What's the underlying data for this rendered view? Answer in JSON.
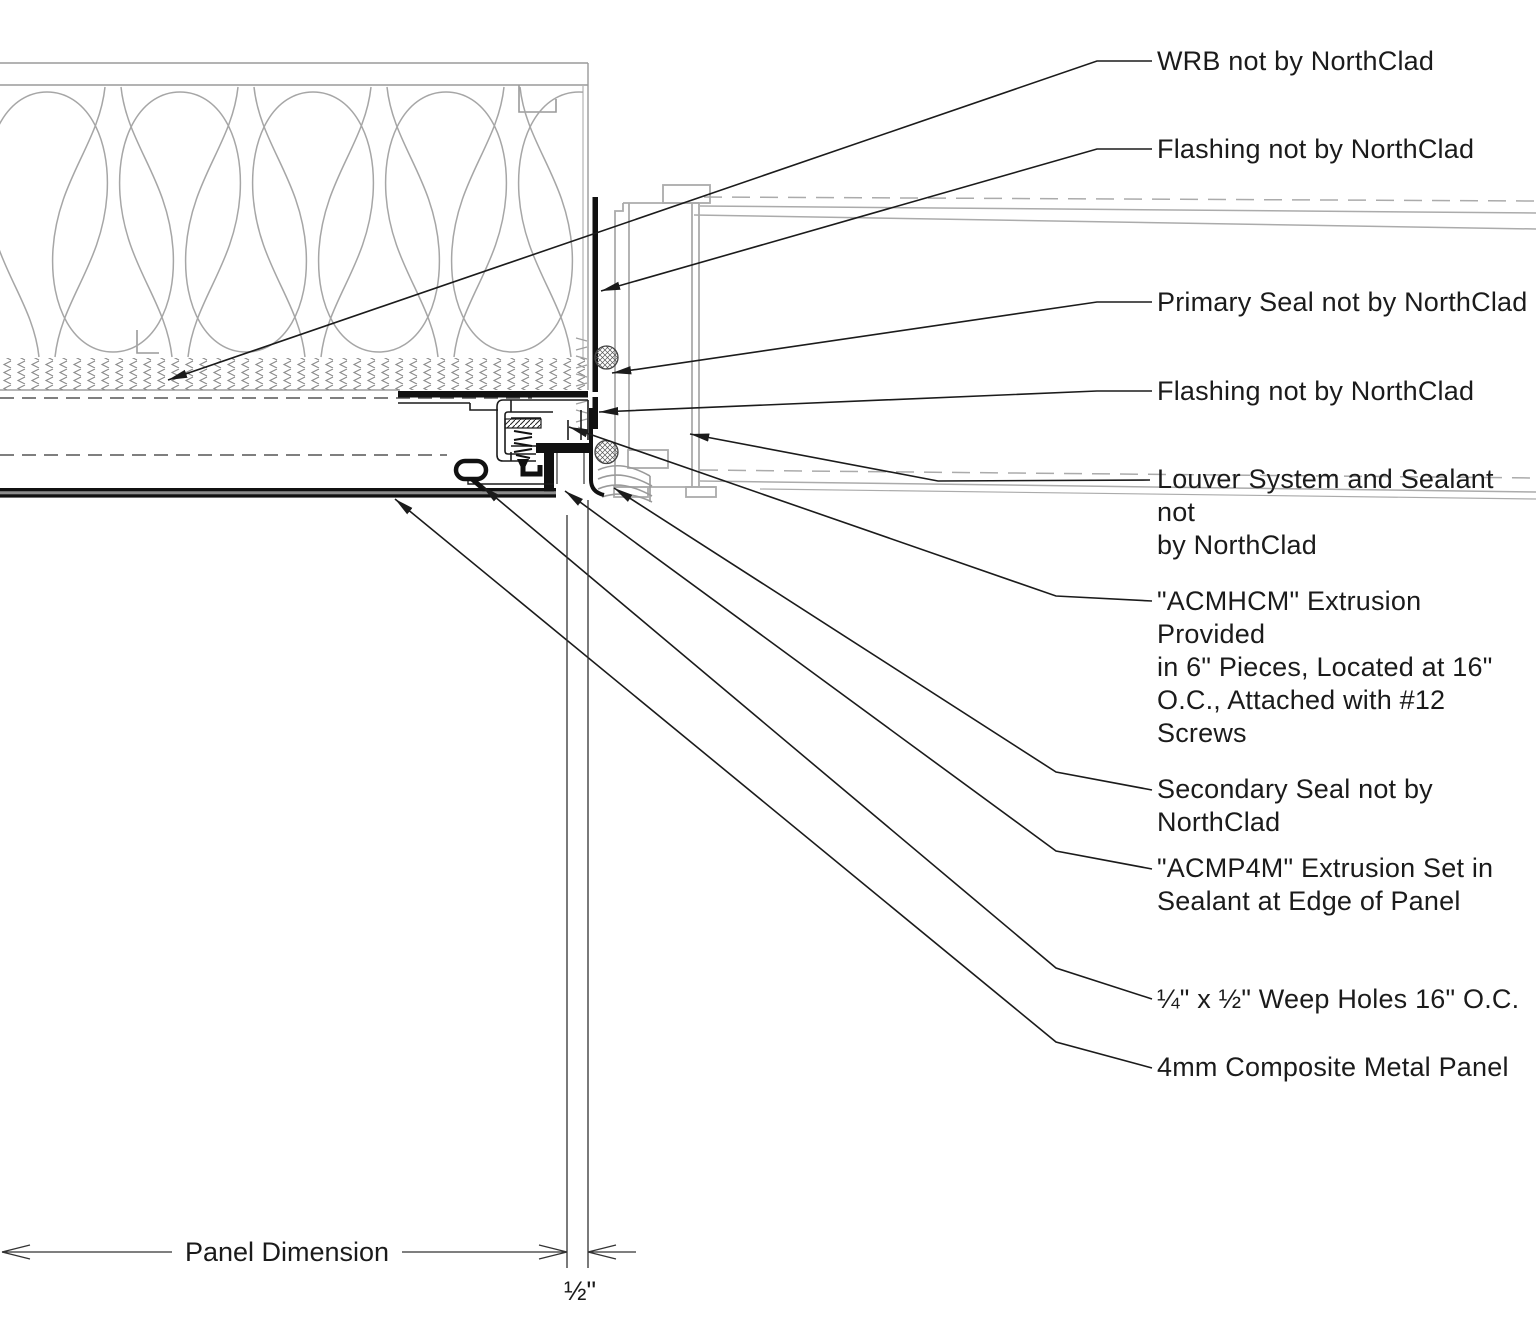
{
  "drawing_title": "NorthClad composite metal panel edge detail at louver",
  "callouts": {
    "wrb": "WRB not by NorthClad",
    "flashing_top": "Flashing not by NorthClad",
    "primary_seal": "Primary Seal not by NorthClad",
    "flashing_mid": "Flashing not by NorthClad",
    "louver": "Louver System and Sealant not\nby NorthClad",
    "acmhcm": "\"ACMHCM\" Extrusion Provided\nin 6\" Pieces, Located at 16\"\nO.C.,  Attached with #12\nScrews",
    "secondary_seal": "Secondary Seal not by\nNorthClad",
    "acmp4m": "\"ACMP4M\" Extrusion Set in\nSealant at Edge of Panel",
    "weep_holes": "¼\" x ½\" Weep Holes 16\" O.C.",
    "panel": "4mm Composite Metal Panel"
  },
  "dimensions": {
    "panel_dimension": "Panel Dimension",
    "edge_gap": "½\""
  },
  "colors": {
    "line_black": "#1b1b1b",
    "cad_gray": "#a3a3a3",
    "hidden_line": "#555555"
  }
}
